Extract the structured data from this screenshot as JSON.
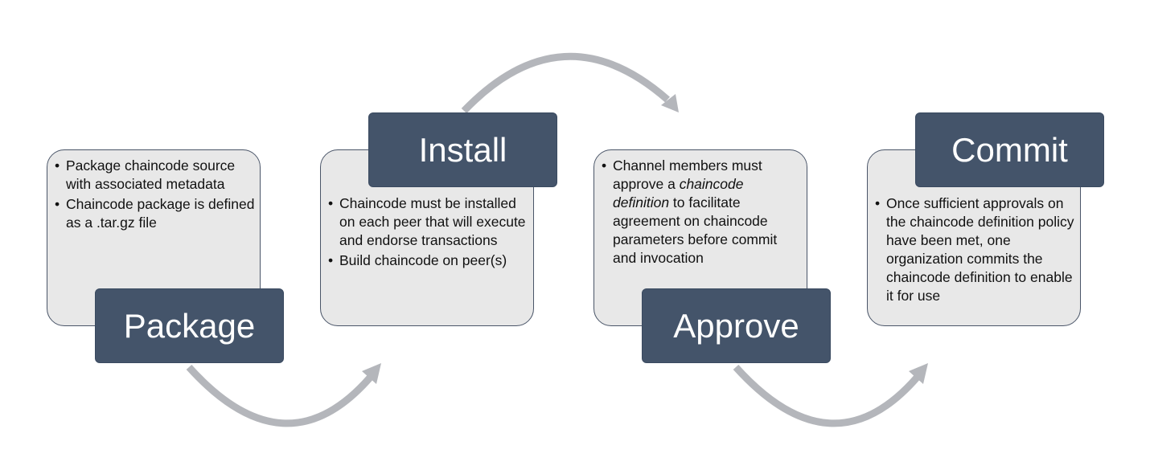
{
  "colors": {
    "label_fill": "#44546a",
    "card_fill": "#e8e8e8",
    "arrow": "#b4b6bb",
    "label_text": "#ffffff"
  },
  "stages": [
    {
      "title": "Package",
      "bullets": [
        "Package chaincode source with associated metadata",
        "Chaincode package is defined as a .tar.gz file"
      ]
    },
    {
      "title": "Install",
      "bullets": [
        "Chaincode must be installed on each peer that will execute and endorse transactions",
        "Build chaincode on peer(s)"
      ]
    },
    {
      "title": "Approve",
      "bullets": [
        {
          "before": "Channel members must approve a ",
          "emphasis": "chaincode definition",
          "after": " to facilitate agreement on chaincode parameters before commit and invocation"
        }
      ]
    },
    {
      "title": "Commit",
      "bullets": [
        "Once sufficient approvals on the chaincode definition policy have been met, one organization commits the chaincode definition to enable it for use"
      ]
    }
  ]
}
